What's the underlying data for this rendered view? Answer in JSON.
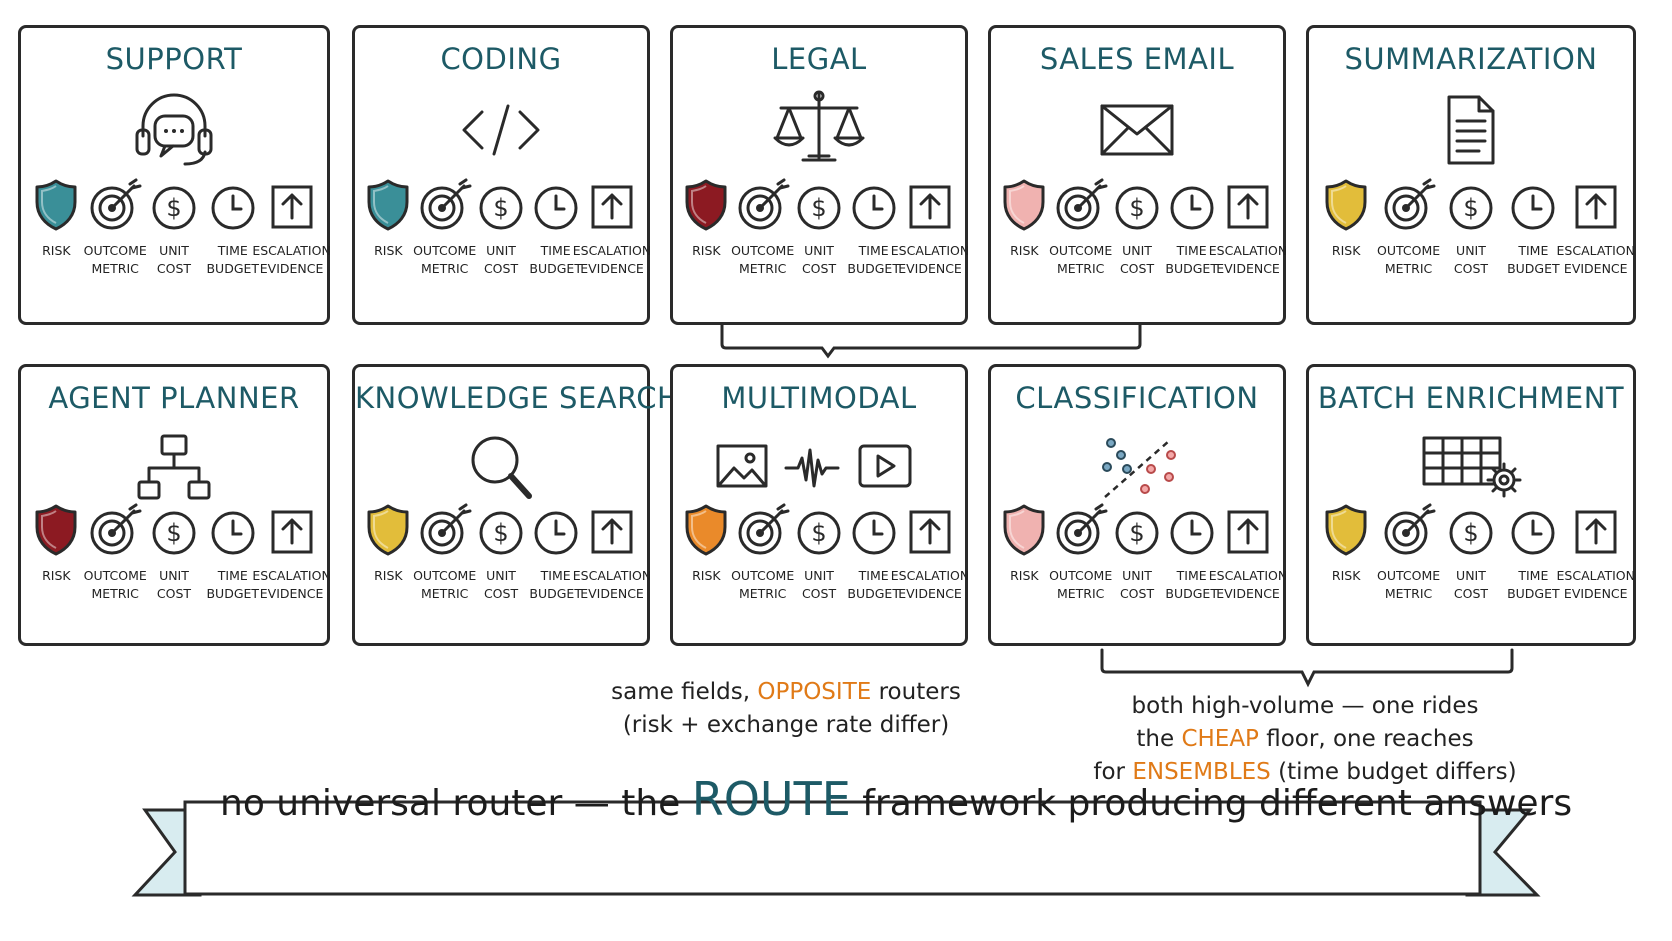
{
  "colors": {
    "title": "#1d5a66",
    "accent": "#e07a17",
    "risk_teal": "#3a8f98",
    "risk_dark_red": "#8c1a22",
    "risk_pink": "#f0b2b0",
    "risk_yellow": "#e2bd3a",
    "risk_orange": "#ea8a2a",
    "ink": "#1f1f1f"
  },
  "field_labels": {
    "risk": "RISK",
    "outcome": "OUTCOME\nMETRIC",
    "unit_cost": "UNIT\nCOST",
    "time_budget": "TIME\nBUDGET",
    "escalation": "ESCALATION\nEVIDENCE"
  },
  "cards": [
    {
      "title": "SUPPORT",
      "icon": "headset-icon",
      "risk_color": "#3a8f98"
    },
    {
      "title": "CODING",
      "icon": "code-brackets-icon",
      "risk_color": "#3a8f98"
    },
    {
      "title": "LEGAL",
      "icon": "scales-icon",
      "risk_color": "#8c1a22"
    },
    {
      "title": "SALES EMAIL",
      "icon": "envelope-icon",
      "risk_color": "#f0b2b0"
    },
    {
      "title": "SUMMARIZATION",
      "icon": "document-icon",
      "risk_color": "#e2bd3a"
    },
    {
      "title": "AGENT PLANNER",
      "icon": "hierarchy-icon",
      "risk_color": "#8c1a22"
    },
    {
      "title": "KNOWLEDGE SEARCH",
      "icon": "magnifier-icon",
      "risk_color": "#e2bd3a"
    },
    {
      "title": "MULTIMODAL",
      "icon": "image-audio-video-icon",
      "risk_color": "#ea8a2a"
    },
    {
      "title": "CLASSIFICATION",
      "icon": "scatter-split-icon",
      "risk_color": "#f0b2b0"
    },
    {
      "title": "BATCH ENRICHMENT",
      "icon": "table-gear-icon",
      "risk_color": "#e2bd3a"
    }
  ],
  "notes": {
    "opposite": {
      "line1_pre": "same fields, ",
      "line1_hl": "OPPOSITE",
      "line1_post": " routers",
      "line2": "(risk + exchange rate differ)"
    },
    "volume": {
      "line1": "both high-volume — one rides",
      "line2_pre": "the ",
      "line2_hl": "CHEAP",
      "line2_post": " floor, one reaches",
      "line3_pre": "for ",
      "line3_hl": "ENSEMBLES",
      "line3_post": " (time budget differs)"
    }
  },
  "banner": {
    "pre": "no universal router — the ",
    "route": "ROUTE",
    "post": " framework producing different answers"
  }
}
